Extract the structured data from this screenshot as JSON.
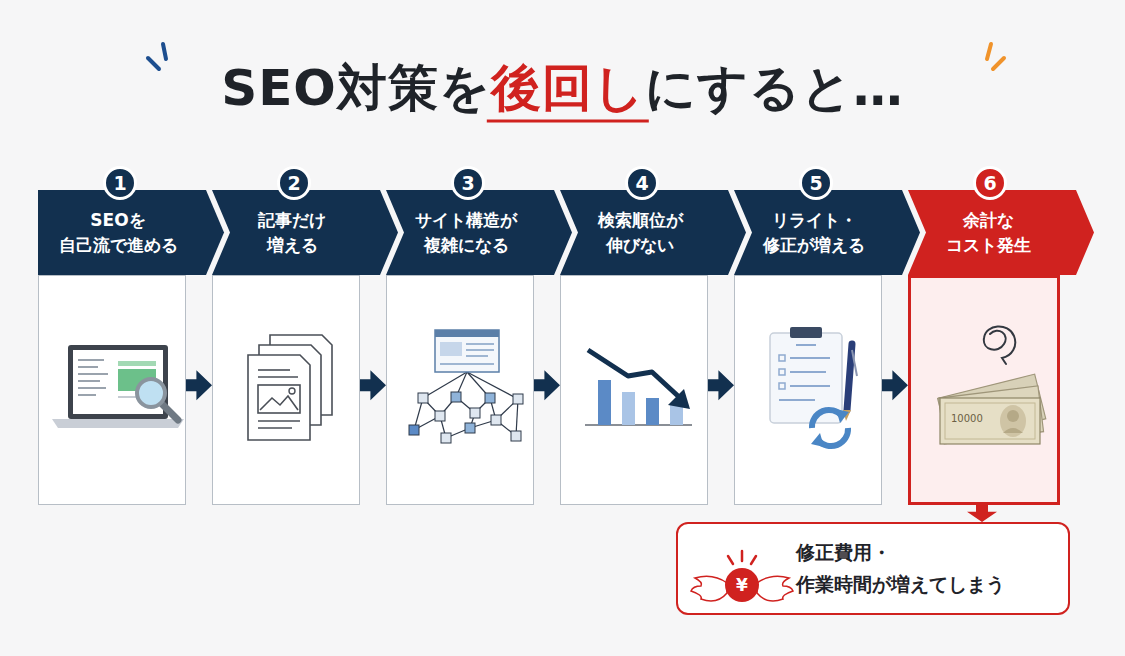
{
  "diagram": {
    "title": "SEO対策を後回しにすると…",
    "nodes": [
      {
        "text": [
          "SEOを 自己流で進める"
        ]
      },
      {
        "text": [
          "1"
        ],
        "in": 0
      },
      {
        "text": [
          "記事だけ 増える"
        ]
      },
      {
        "text": [
          "2"
        ],
        "in": 2
      },
      {
        "text": [
          "サイト構造が 複雑になる"
        ]
      },
      {
        "text": [
          "3"
        ],
        "in": 4
      },
      {
        "text": [
          "検索順位が 伸びない"
        ]
      },
      {
        "text": [
          "4"
        ],
        "in": 6
      },
      {
        "text": [
          "リライト・ 修正が増える"
        ]
      },
      {
        "text": [
          "5"
        ],
        "in": 8
      },
      {
        "text": [
          "余計な コスト発生"
        ]
      },
      {
        "text": [
          "6"
        ],
        "in": 10
      },
      {
        "text": [
          "修正費用・ 作業時間が増えてしまう"
        ]
      }
    ],
    "edges": [
      {
        "from": 0,
        "to": 2,
        "arrow": "to"
      },
      {
        "from": 2,
        "to": 4,
        "arrow": "to"
      },
      {
        "from": 4,
        "to": 6,
        "arrow": "to"
      },
      {
        "from": 6,
        "to": 8,
        "arrow": "to"
      },
      {
        "from": 8,
        "to": 10,
        "arrow": "to"
      },
      {
        "from": 10,
        "to": 12,
        "arrow": "to"
      }
    ],
    "labels": [
      "10000",
      "¥"
    ]
  }
}
